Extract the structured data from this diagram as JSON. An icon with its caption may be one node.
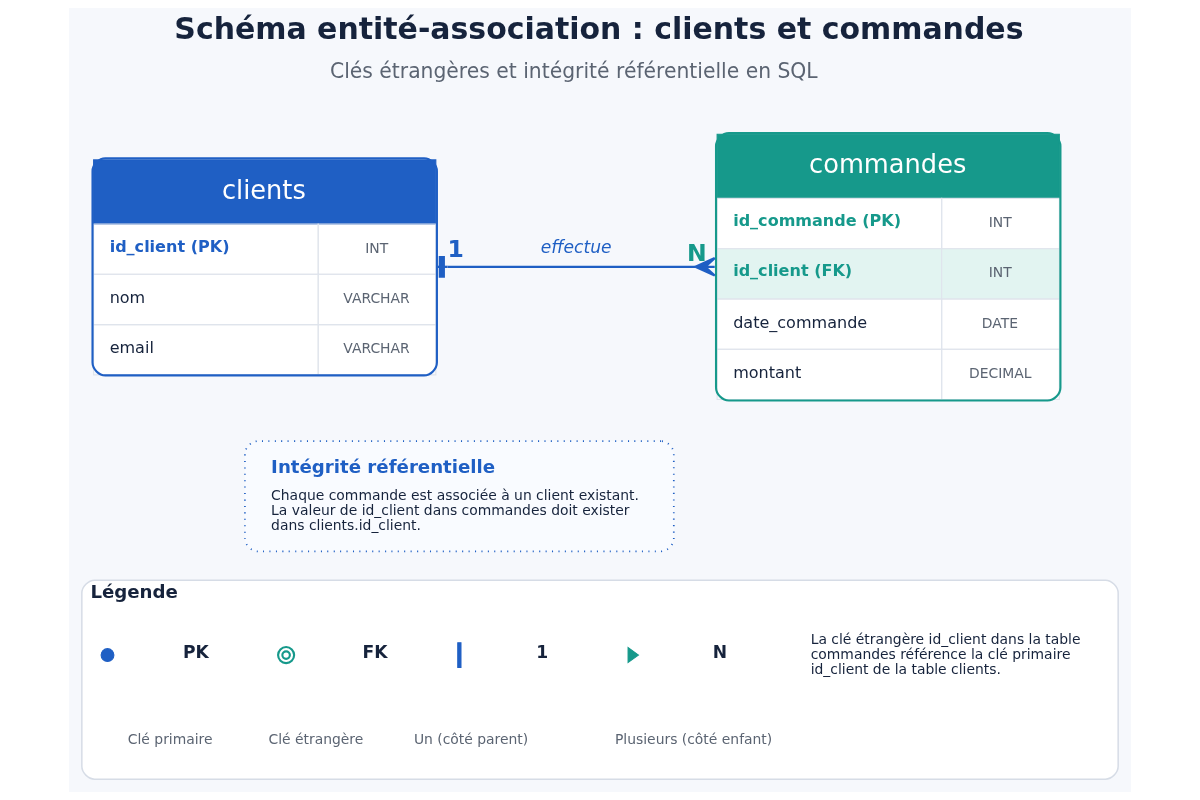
{
  "diagram": {
    "title": "Schéma entité-association : clients et commandes",
    "nodes": [
      {
        "text": [
          "clients",
          "id_client (PK)",
          "INT",
          "nom",
          "VARCHAR",
          "email",
          "VARCHAR"
        ],
        "beside": [
          "1"
        ]
      },
      {
        "text": [
          "commandes",
          "id_commande (PK)",
          "INT",
          "id_client (FK)",
          "INT",
          "date_commande",
          "DATE",
          "montant",
          "DECIMAL"
        ],
        "beside": [
          "N"
        ]
      },
      {
        "text": [
          "Intégrité référentielle",
          "Chaque commande est associée à un client existant. La valeur de id_client dans commandes doit exister dans clients.id_client."
        ]
      },
      {
        "text": [
          "Légende"
        ]
      }
    ],
    "edges": [
      {
        "from": 0,
        "to": 1,
        "arrow": "other",
        "label": "effectue"
      }
    ],
    "labels": [
      "Clés étrangères et intégrité référentielle en SQL",
      "Clé primaire",
      "Clé étrangère",
      "Un (côté parent)",
      "Plusieurs (côté enfant)",
      "La clé étrangère id_client dans la table commandes référence la clé primaire id_client de la table clients."
    ],
    "legend": [
      {
        "text": "PK"
      },
      {
        "text": "FK"
      },
      {
        "text": "1"
      },
      {
        "text": "N"
      }
    ]
  }
}
